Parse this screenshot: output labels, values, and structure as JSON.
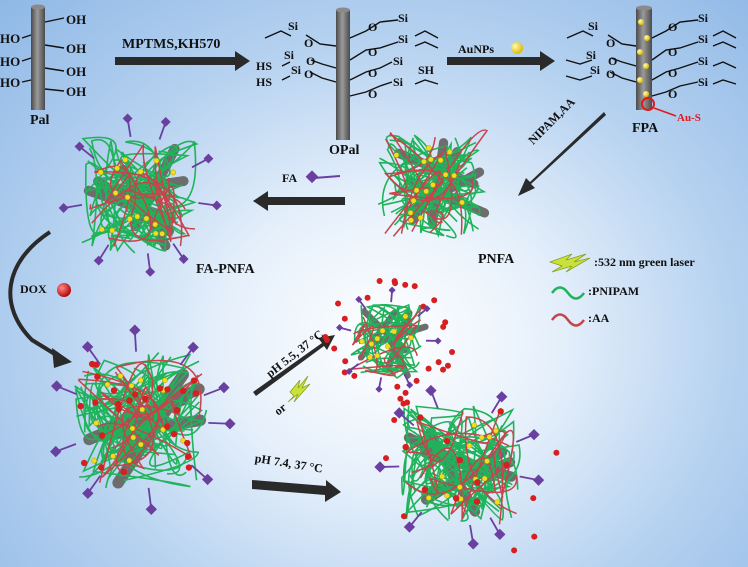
{
  "labels": {
    "pal": "Pal",
    "opal": "OPal",
    "fpa": "FPA",
    "au_s": "Au-S",
    "pnfa": "PNFA",
    "fa_pnfa": "FA-PNFA",
    "oh": "OH",
    "ho": "HO",
    "si": "Si",
    "o": "O",
    "hs": "HS",
    "sh": "SH"
  },
  "reagents": {
    "step1": "MPTMS,KH570",
    "step2": "AuNPs",
    "step3": "NIPAM,AA",
    "step4": "FA",
    "step5": "DOX",
    "acidic": "pH 5.5, 37 °C",
    "or": "or",
    "neutral": "pH 7.4, 37 °C"
  },
  "legend": {
    "laser": ":532 nm green laser",
    "pnipam": ":PNIPAM",
    "aa": ":AA"
  },
  "colors": {
    "pnipam_green": "#1fb35a",
    "aa_red": "#c8434b",
    "fa_purple": "#6a3fa0",
    "rod_gray": "#6d6d6d",
    "gold": "#f2dc1c",
    "dox_red": "#d81e1e",
    "laser_yellow": "#c9e23a"
  }
}
